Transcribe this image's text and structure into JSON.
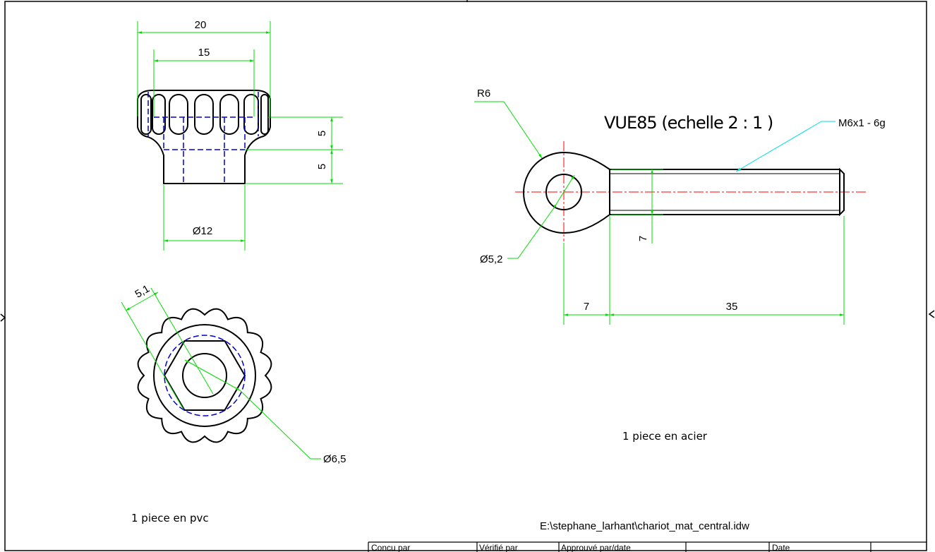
{
  "colors": {
    "outline": "#000000",
    "dimension": "#00dd00",
    "hidden": "#0000cc",
    "centerline": "#ff0000",
    "leader": "#00dddd"
  },
  "knob": {
    "dims": {
      "width_top": "20",
      "width_inner": "15",
      "height_upper": "5",
      "height_lower": "5",
      "base_dia": "Ø12",
      "flat_width": "5,1",
      "bore_dia": "Ø6,5"
    },
    "note": "1 piece en pvc"
  },
  "eyebolt": {
    "title": "VUE85 (echelle 2 : 1 )",
    "dims": {
      "radius": "R6",
      "thread": "M6x1 - 6g",
      "hole_dia": "Ø5,2",
      "shank_dia": "7",
      "head_length": "7",
      "shank_length": "35"
    },
    "note": "1 piece en acier"
  },
  "file_path": "E:\\stephane_larhant\\chariot_mat_central.idw",
  "title_block": {
    "designed_by": "Concu par",
    "checked_by": "Vérifié par",
    "approved_by": "Approuvé par/date",
    "date": "Date"
  }
}
